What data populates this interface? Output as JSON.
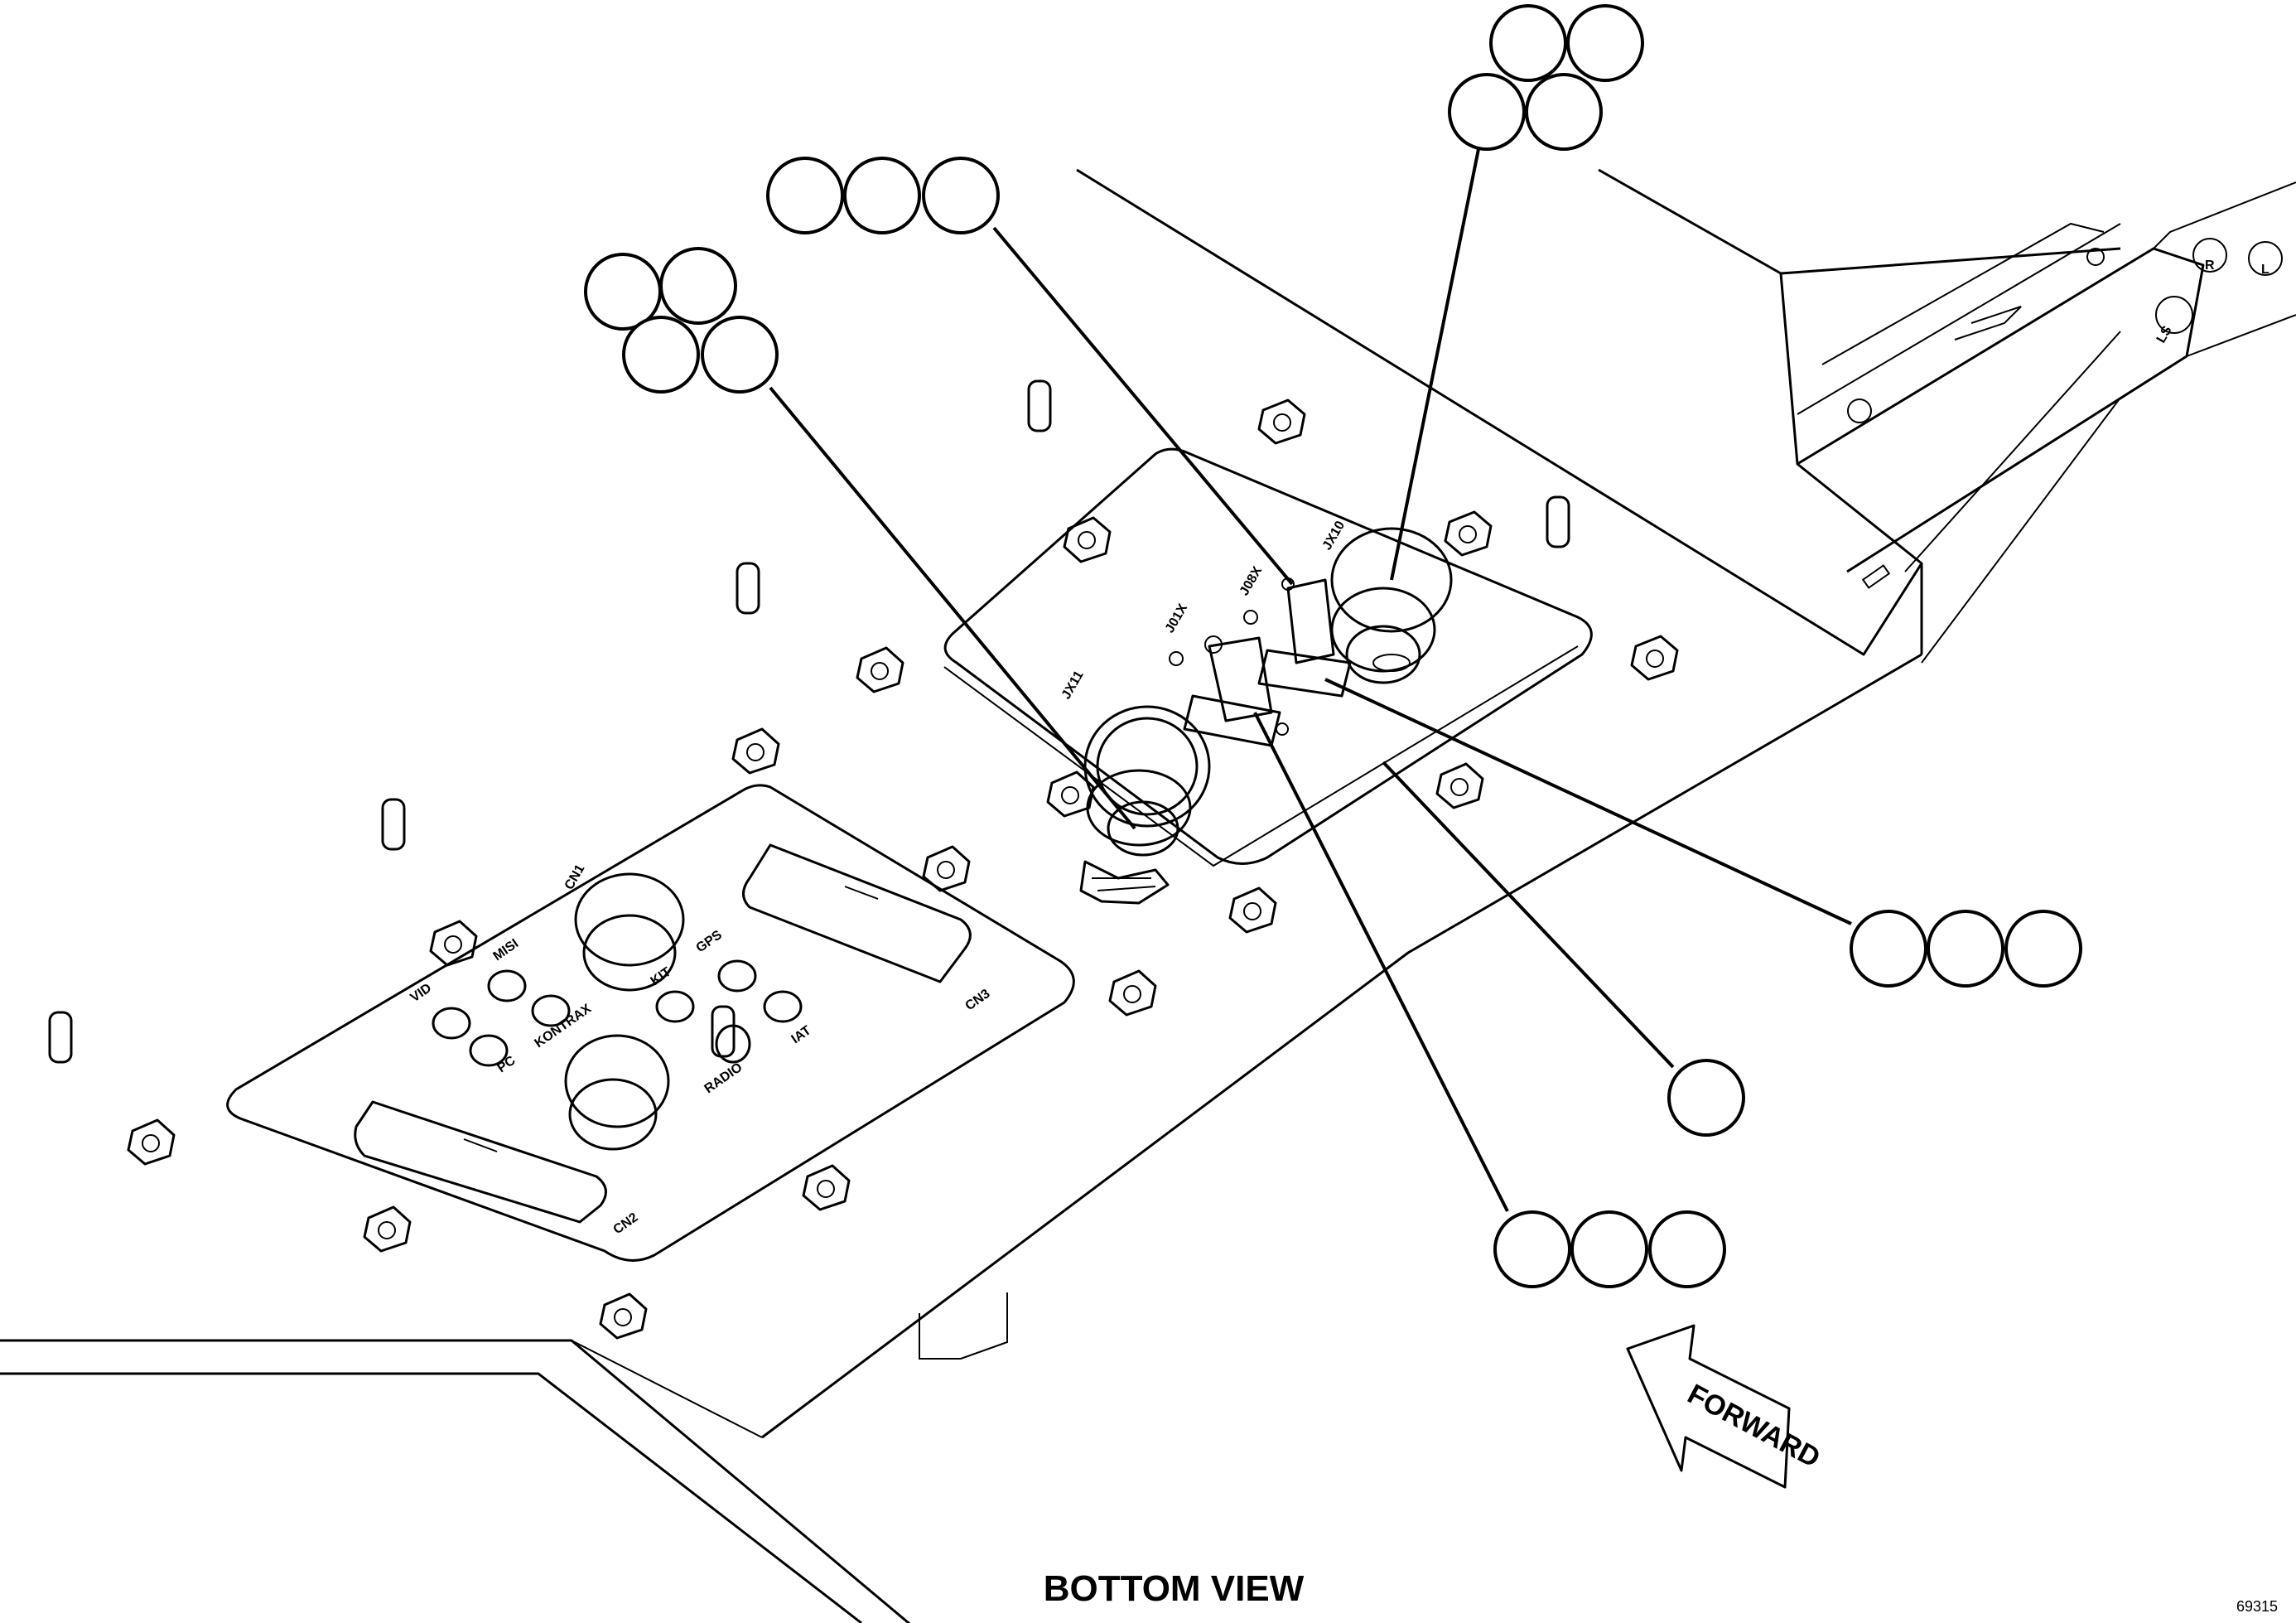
{
  "title": "BOTTOM VIEW",
  "figure_number": "69315",
  "direction_arrow": "FORWARD",
  "connector_labels": {
    "jx11": "JX11",
    "j01x": "J01X",
    "j08x": "J08X",
    "jx10": "JX10",
    "vid": "VID",
    "misi": "MISI",
    "kontrax": "KONTRAX",
    "kit": "KIT",
    "gps": "GPS",
    "radio": "RADIO",
    "iat": "IAT",
    "pc": "PC",
    "cn1": "CN1",
    "cn2": "CN2",
    "cn3": "CN3"
  },
  "side_panel_labels": {
    "r": "R",
    "l": "L",
    "ls": "LS"
  }
}
